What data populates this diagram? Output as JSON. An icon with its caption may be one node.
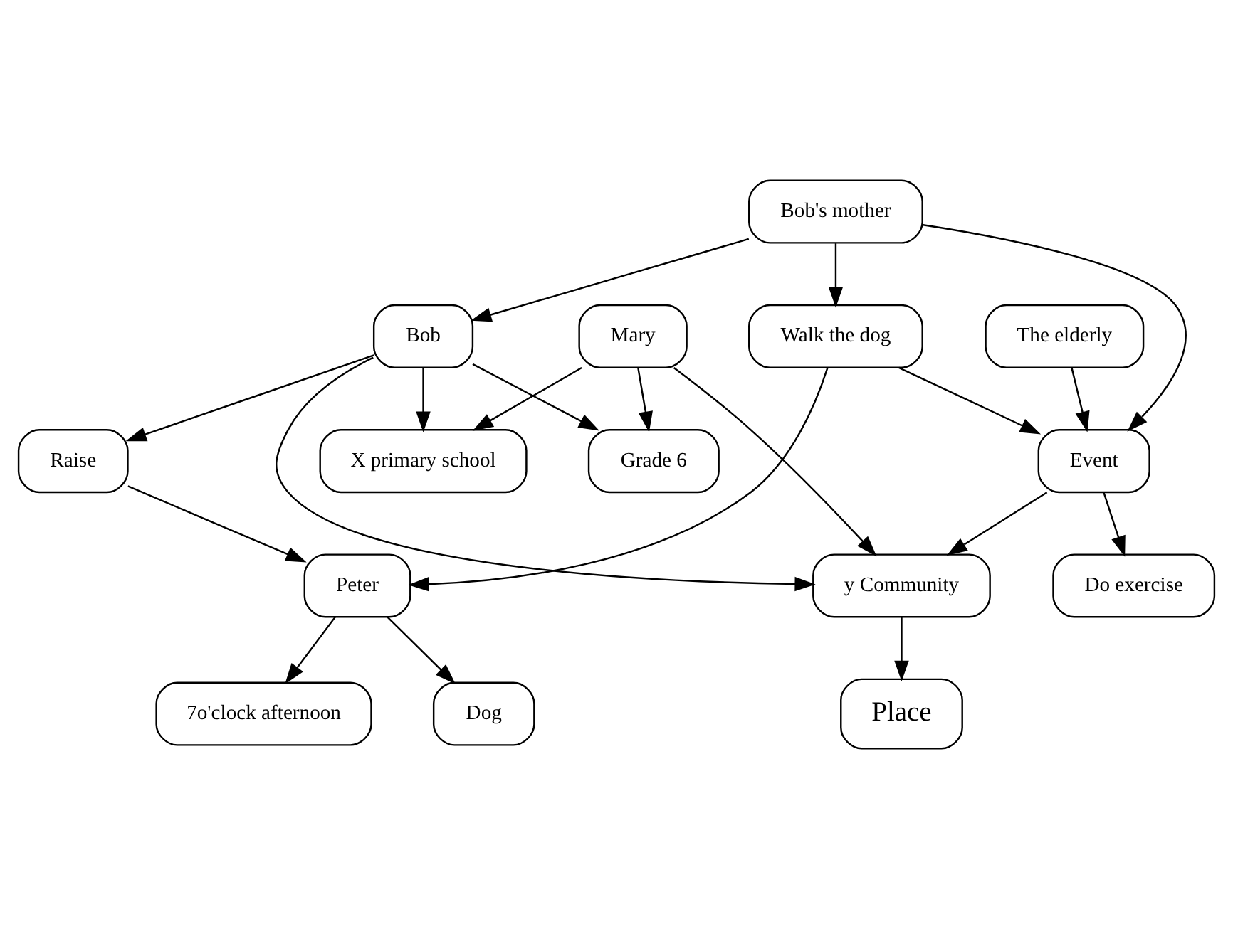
{
  "diagram": {
    "nodes": [
      {
        "text": [
          "X primary school"
        ]
      },
      {
        "text": [
          "Bob's mother"
        ]
      },
      {
        "text": [
          "Bob"
        ]
      },
      {
        "text": [
          "Grade 6"
        ]
      },
      {
        "text": [
          "Mary"
        ]
      },
      {
        "text": [
          "7o'clock afternoon"
        ]
      },
      {
        "text": [
          "Walk the dog"
        ]
      },
      {
        "text": [
          "Raise"
        ]
      },
      {
        "text": [
          "Peter"
        ]
      },
      {
        "text": [
          "Dog"
        ]
      },
      {
        "text": [
          "y Community"
        ]
      },
      {
        "text": [
          "Place"
        ]
      },
      {
        "text": [
          "Event"
        ]
      },
      {
        "text": [
          "Do exercise"
        ]
      },
      {
        "text": [
          "The elderly"
        ]
      }
    ],
    "edges": [
      {
        "from": 1,
        "to": 2,
        "arrow": "to"
      },
      {
        "from": 1,
        "to": 6,
        "arrow": "to"
      },
      {
        "from": 1,
        "to": 12,
        "arrow": "to"
      },
      {
        "from": 2,
        "to": 0,
        "arrow": "to"
      },
      {
        "from": 2,
        "to": 3,
        "arrow": "to"
      },
      {
        "from": 4,
        "to": 3,
        "arrow": "to"
      },
      {
        "from": 4,
        "to": 0,
        "arrow": "to"
      },
      {
        "from": 2,
        "to": 7,
        "arrow": "to"
      },
      {
        "from": 2,
        "to": 10,
        "arrow": "to"
      },
      {
        "from": 4,
        "to": 10,
        "arrow": "to"
      },
      {
        "from": 6,
        "to": 8,
        "arrow": "to"
      },
      {
        "from": 8,
        "to": 5,
        "arrow": "to"
      },
      {
        "from": 7,
        "to": 8,
        "arrow": "to"
      },
      {
        "from": 8,
        "to": 9,
        "arrow": "to"
      },
      {
        "from": 6,
        "to": 12,
        "arrow": "to"
      },
      {
        "from": 12,
        "to": 10,
        "arrow": "to"
      },
      {
        "from": 12,
        "to": 13,
        "arrow": "to"
      },
      {
        "from": 14,
        "to": 12,
        "arrow": "to"
      },
      {
        "from": 10,
        "to": 11,
        "arrow": "to"
      }
    ]
  }
}
